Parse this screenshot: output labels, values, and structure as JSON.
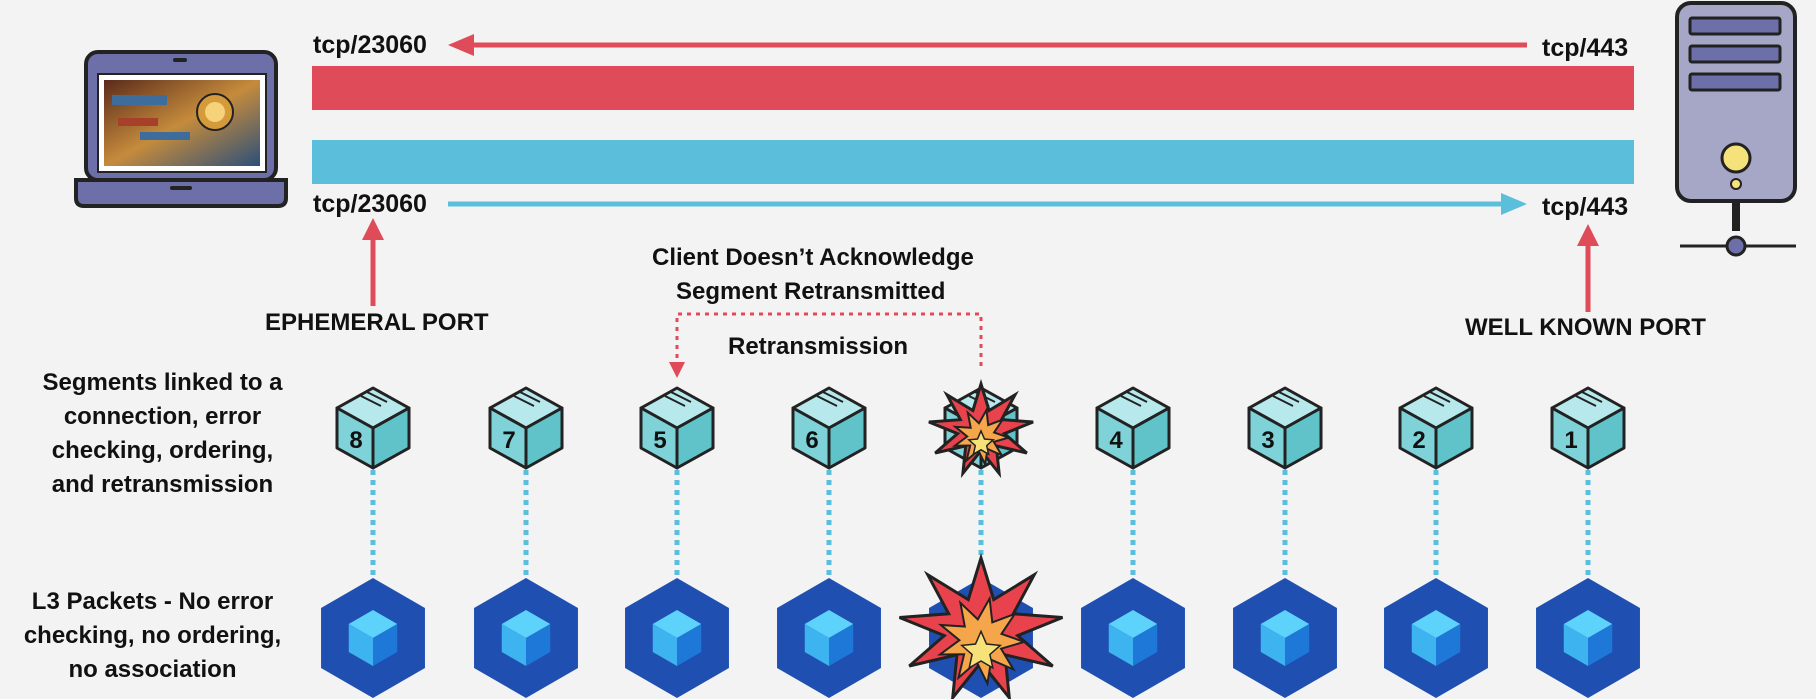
{
  "ports": {
    "client_top": "tcp/23060",
    "server_top": "tcp/443",
    "client_bottom": "tcp/23060",
    "server_bottom": "tcp/443"
  },
  "labels": {
    "ephemeral": "EPHEMERAL PORT",
    "well_known": "WELL KNOWN PORT",
    "ack_line1": "Client Doesn’t Acknowledge",
    "ack_line2": "Segment Retransmitted",
    "retransmission": "Retransmission"
  },
  "side": {
    "segments": [
      "Segments linked to a",
      "connection, error",
      "checking, ordering,",
      "and retransmission"
    ],
    "packets": [
      "L3 Packets - No error",
      "checking, no ordering,",
      "no association"
    ]
  },
  "segments": [
    {
      "label": "8",
      "lost": false
    },
    {
      "label": "7",
      "lost": false
    },
    {
      "label": "5",
      "lost": false
    },
    {
      "label": "6",
      "lost": false
    },
    {
      "label": "",
      "lost": true
    },
    {
      "label": "4",
      "lost": false
    },
    {
      "label": "3",
      "lost": false
    },
    {
      "label": "2",
      "lost": false
    },
    {
      "label": "1",
      "lost": false
    }
  ],
  "colors": {
    "red_flow": "#e04b5a",
    "blue_flow": "#5bbfdc",
    "cube_segment": "#7fd3d8",
    "packet_dark": "#1f4fb0",
    "packet_light": "#3db4ef",
    "explosion": "#e8434d"
  },
  "icons": {
    "client": "laptop-icon",
    "server": "server-icon"
  }
}
